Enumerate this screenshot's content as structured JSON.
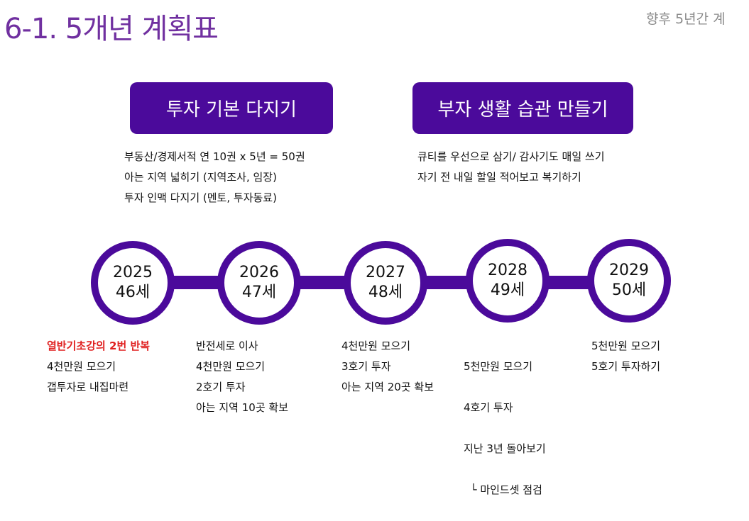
{
  "title": "6-1. 5개년 계획표",
  "subtitle": "향후 5년간 계",
  "goals": [
    {
      "label": "투자 기본 다지기",
      "items": [
        "부동산/경제서적 연 10권 x 5년 = 50권",
        "아는 지역 넓히기 (지역조사, 임장)",
        "투자 인맥 다지기 (멘토, 투자동료)"
      ]
    },
    {
      "label": "부자 생활 습관 만들기",
      "items": [
        "큐티를 우선으로 삼기/ 감사기도 매일 쓰기",
        "자기 전 내일 할일 적어보고 복기하기"
      ]
    }
  ],
  "timeline": [
    {
      "year": "2025",
      "age": "46세",
      "items": [
        "열반기초강의 2번 반복",
        "4천만원 모으기",
        "갭투자로 내집마련"
      ]
    },
    {
      "year": "2026",
      "age": "47세",
      "items": [
        "반전세로 이사",
        "4천만원 모으기",
        "2호기 투자",
        "아는 지역 10곳 확보"
      ]
    },
    {
      "year": "2027",
      "age": "48세",
      "items": [
        "4천만원 모으기",
        "3호기 투자",
        "아는 지역 20곳 확보"
      ]
    },
    {
      "year": "2028",
      "age": "49세",
      "items": [
        "5천만원 모으기",
        "4호기 투자",
        "지난 3년 돌아보기",
        "  └ 마인드셋 점검"
      ]
    },
    {
      "year": "2029",
      "age": "50세",
      "items": [
        "5천만원 모으기",
        "5호기 투자하기"
      ]
    }
  ],
  "colors": {
    "accent": "#4b0a9b",
    "title": "#7030a0",
    "highlight": "#e02020"
  }
}
